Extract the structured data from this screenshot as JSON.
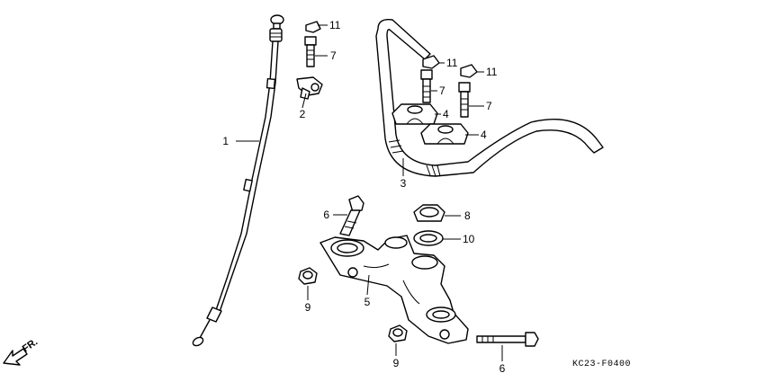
{
  "diagram": {
    "drawing_code": "KC23-F0400",
    "direction_label": "FR.",
    "callouts": {
      "cable_1": "1",
      "bracket_2": "2",
      "handlebar_3": "3",
      "holder_4a": "4",
      "holder_4b": "4",
      "bridge_5": "5",
      "bolt_6a": "6",
      "bolt_6b": "6",
      "bolt_7a": "7",
      "bolt_7b": "7",
      "bolt_7c": "7",
      "nut_8": "8",
      "nut_9a": "9",
      "nut_9b": "9",
      "washer_10": "10",
      "cap_11a": "11",
      "cap_11b": "11",
      "cap_11c": "11"
    }
  }
}
